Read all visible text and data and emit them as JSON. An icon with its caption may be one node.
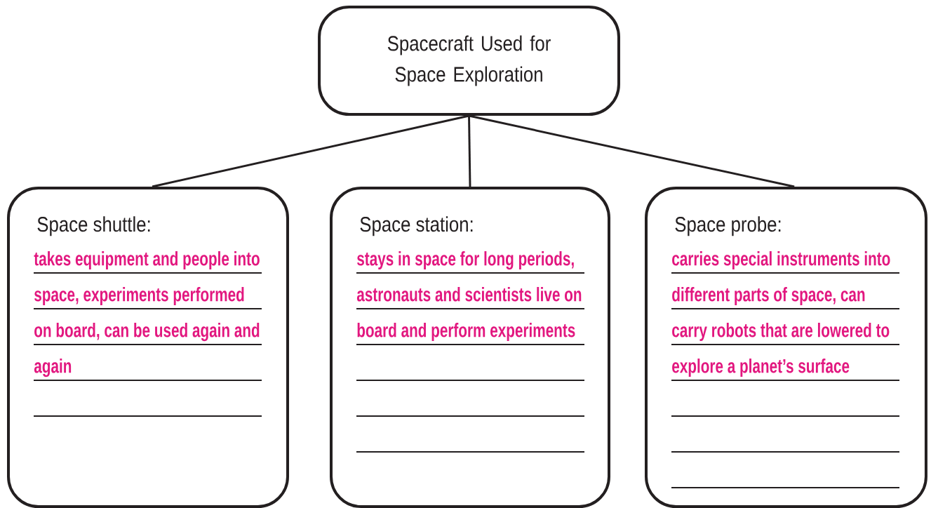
{
  "diagram": {
    "nodes": [
      {
        "text": [
          "Spacecraft Used for Space Exploration"
        ]
      },
      {
        "text": [
          "Space shuttle:",
          "takes equipment and people into space, experiments performed on board, can be used again and again"
        ]
      },
      {
        "text": [
          "Space station:",
          "stays in space for long periods, astronauts and scientists live on board and perform experiments"
        ]
      },
      {
        "text": [
          "Space probe:",
          "carries special instruments into different parts of space, can carry robots that are lowered to explore a planet’s surface"
        ]
      }
    ],
    "edges": [
      {
        "from": 0,
        "to": 1,
        "arrow": "none"
      },
      {
        "from": 0,
        "to": 2,
        "arrow": "none"
      },
      {
        "from": 0,
        "to": 3,
        "arrow": "none"
      }
    ]
  }
}
